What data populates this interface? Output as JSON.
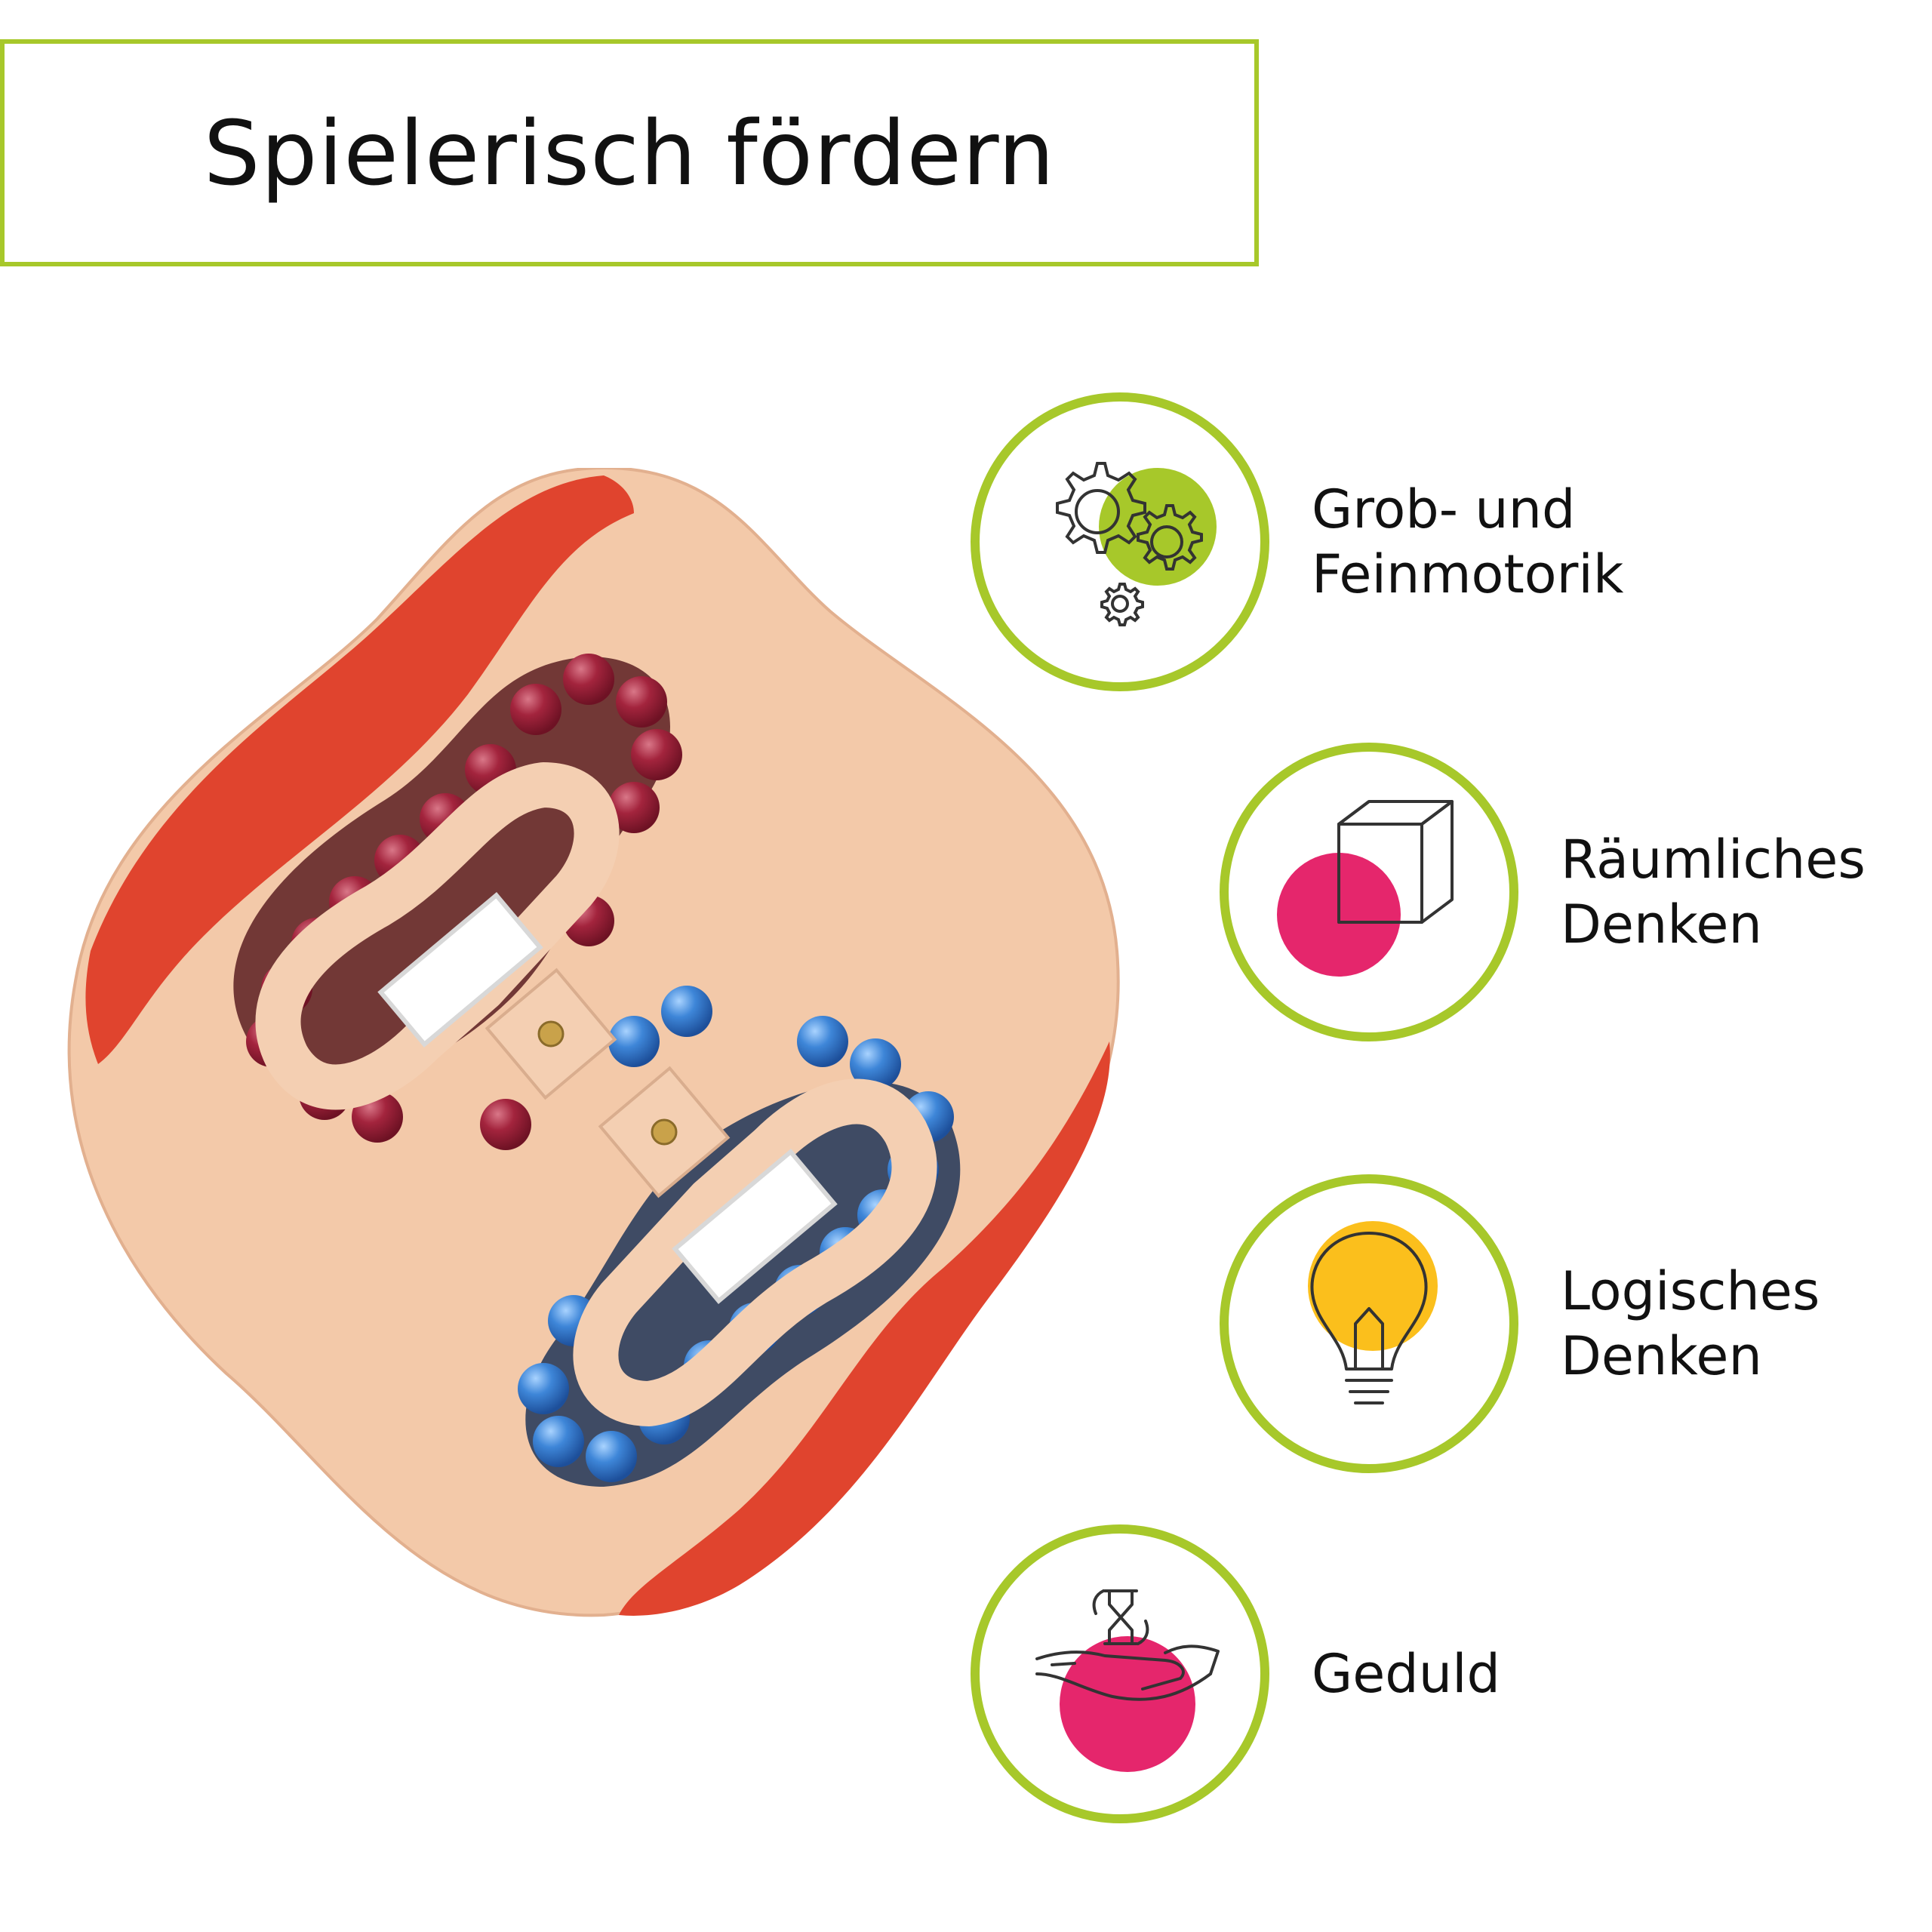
{
  "title": "Spielerisch fördern",
  "colors": {
    "accent_green": "#a7c82a",
    "accent_pink": "#e5266c",
    "accent_yellow": "#fbbf1c",
    "body_beige": "#f3c9a9",
    "shell_red": "#e0442e",
    "ball_red": "#9c2137",
    "ball_blue": "#3e86d8"
  },
  "product_image": {
    "icon": "ball-maze-puzzle-toy"
  },
  "features": [
    {
      "icon": "gears-icon",
      "label": "Grob- und\nFeinmotorik"
    },
    {
      "icon": "cube-icon",
      "label": "Räumliches\nDenken"
    },
    {
      "icon": "lightbulb-icon",
      "label": "Logisches\nDenken"
    },
    {
      "icon": "hand-hourglass-icon",
      "label": "Geduld"
    }
  ]
}
